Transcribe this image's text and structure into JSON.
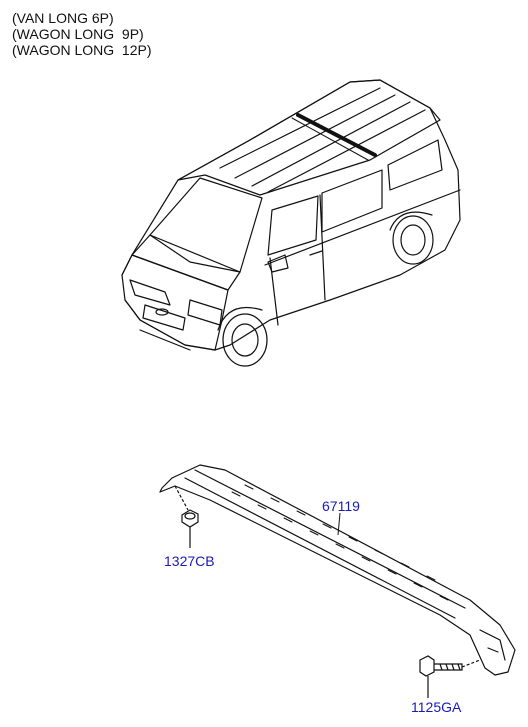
{
  "variants": [
    "(VAN LONG 6P)",
    "(WAGON LONG  9P)",
    "(WAGON LONG  12P)"
  ],
  "parts": {
    "roof_rail": "67119",
    "nut": "1327CB",
    "bolt": "1125GA"
  },
  "colors": {
    "callout_text": "#1a1ab8",
    "line_art": "#111111"
  }
}
